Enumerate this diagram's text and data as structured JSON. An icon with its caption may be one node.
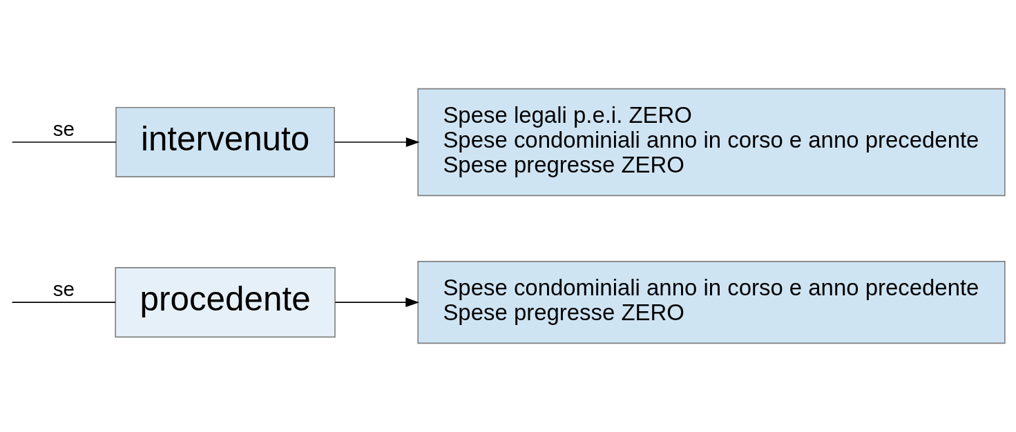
{
  "diagram": {
    "nodes": [
      {
        "text": [
          "procedente"
        ]
      },
      {
        "text": [
          "intervenuto"
        ]
      },
      {
        "text": [
          "Spese condominiali anno in corso e anno precedente",
          "Spese pregresse ZERO"
        ]
      },
      {
        "text": [
          "Spese legali p.e.i. ZERO",
          "Spese condominiali anno in corso e anno precedente",
          "Spese pregresse ZERO"
        ]
      }
    ],
    "edges": [
      {
        "from": null,
        "to": 0,
        "arrow": "none",
        "label": "se"
      },
      {
        "from": null,
        "to": 1,
        "arrow": "none",
        "label": "se"
      },
      {
        "from": 0,
        "to": 2,
        "arrow": "to"
      },
      {
        "from": 1,
        "to": 3,
        "arrow": "to"
      }
    ]
  }
}
